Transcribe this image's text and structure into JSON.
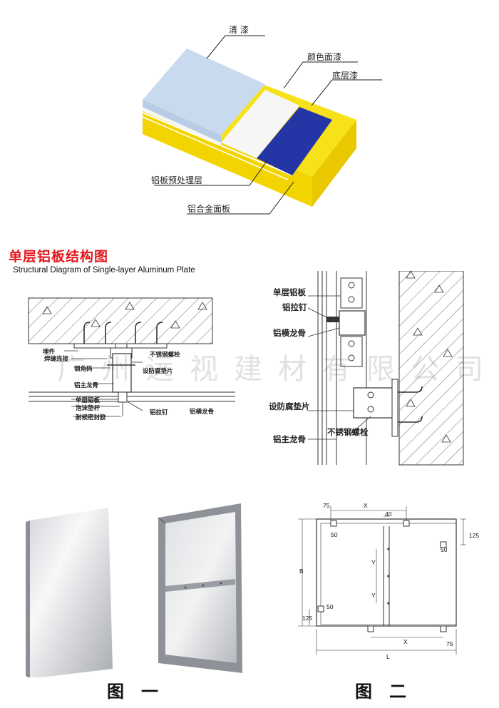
{
  "coating": {
    "clear_coat": "清 漆",
    "color_topcoat": "颜色面漆",
    "primer": "底层漆",
    "pretreatment": "铝板预处理层",
    "alloy_panel": "铝合金面板",
    "colors": {
      "clear": "#c9daef",
      "white": "#f6f6f6",
      "yellow": "#f7e21a",
      "blue": "#2436a6"
    }
  },
  "section": {
    "title": "单层铝板结构图",
    "subtitle": "Structural Diagram of Single-layer Aluminum Plate"
  },
  "detail_left": {
    "embed": "埋件",
    "weld": "焊缝连接",
    "stainless_bolt": "不锈钢螺栓",
    "steel_angle": "钢角码",
    "anticorrosion_pad": "设防腐垫片",
    "main_keel": "铝主龙骨",
    "single_plate": "单层铝板",
    "foam_rod": "泡沫垫杆",
    "sealant": "耐候密封胶",
    "rivet": "铝拉钉",
    "cross_keel": "铝横龙骨"
  },
  "detail_right": {
    "single_plate": "单层铝板",
    "rivet": "铝拉钉",
    "cross_keel": "铝横龙骨",
    "anticorrosion_pad": "设防腐垫片",
    "stainless_bolt": "不锈钢螺栓",
    "main_keel": "铝主龙骨"
  },
  "dimensions": {
    "x": "X",
    "y": "Y",
    "b": "B",
    "l": "L",
    "d75": "75",
    "d40": "40",
    "d50": "50",
    "d125": "125"
  },
  "figures": {
    "fig1": "图一",
    "fig2": "图二"
  },
  "watermark": "广州远视建材有限公司"
}
